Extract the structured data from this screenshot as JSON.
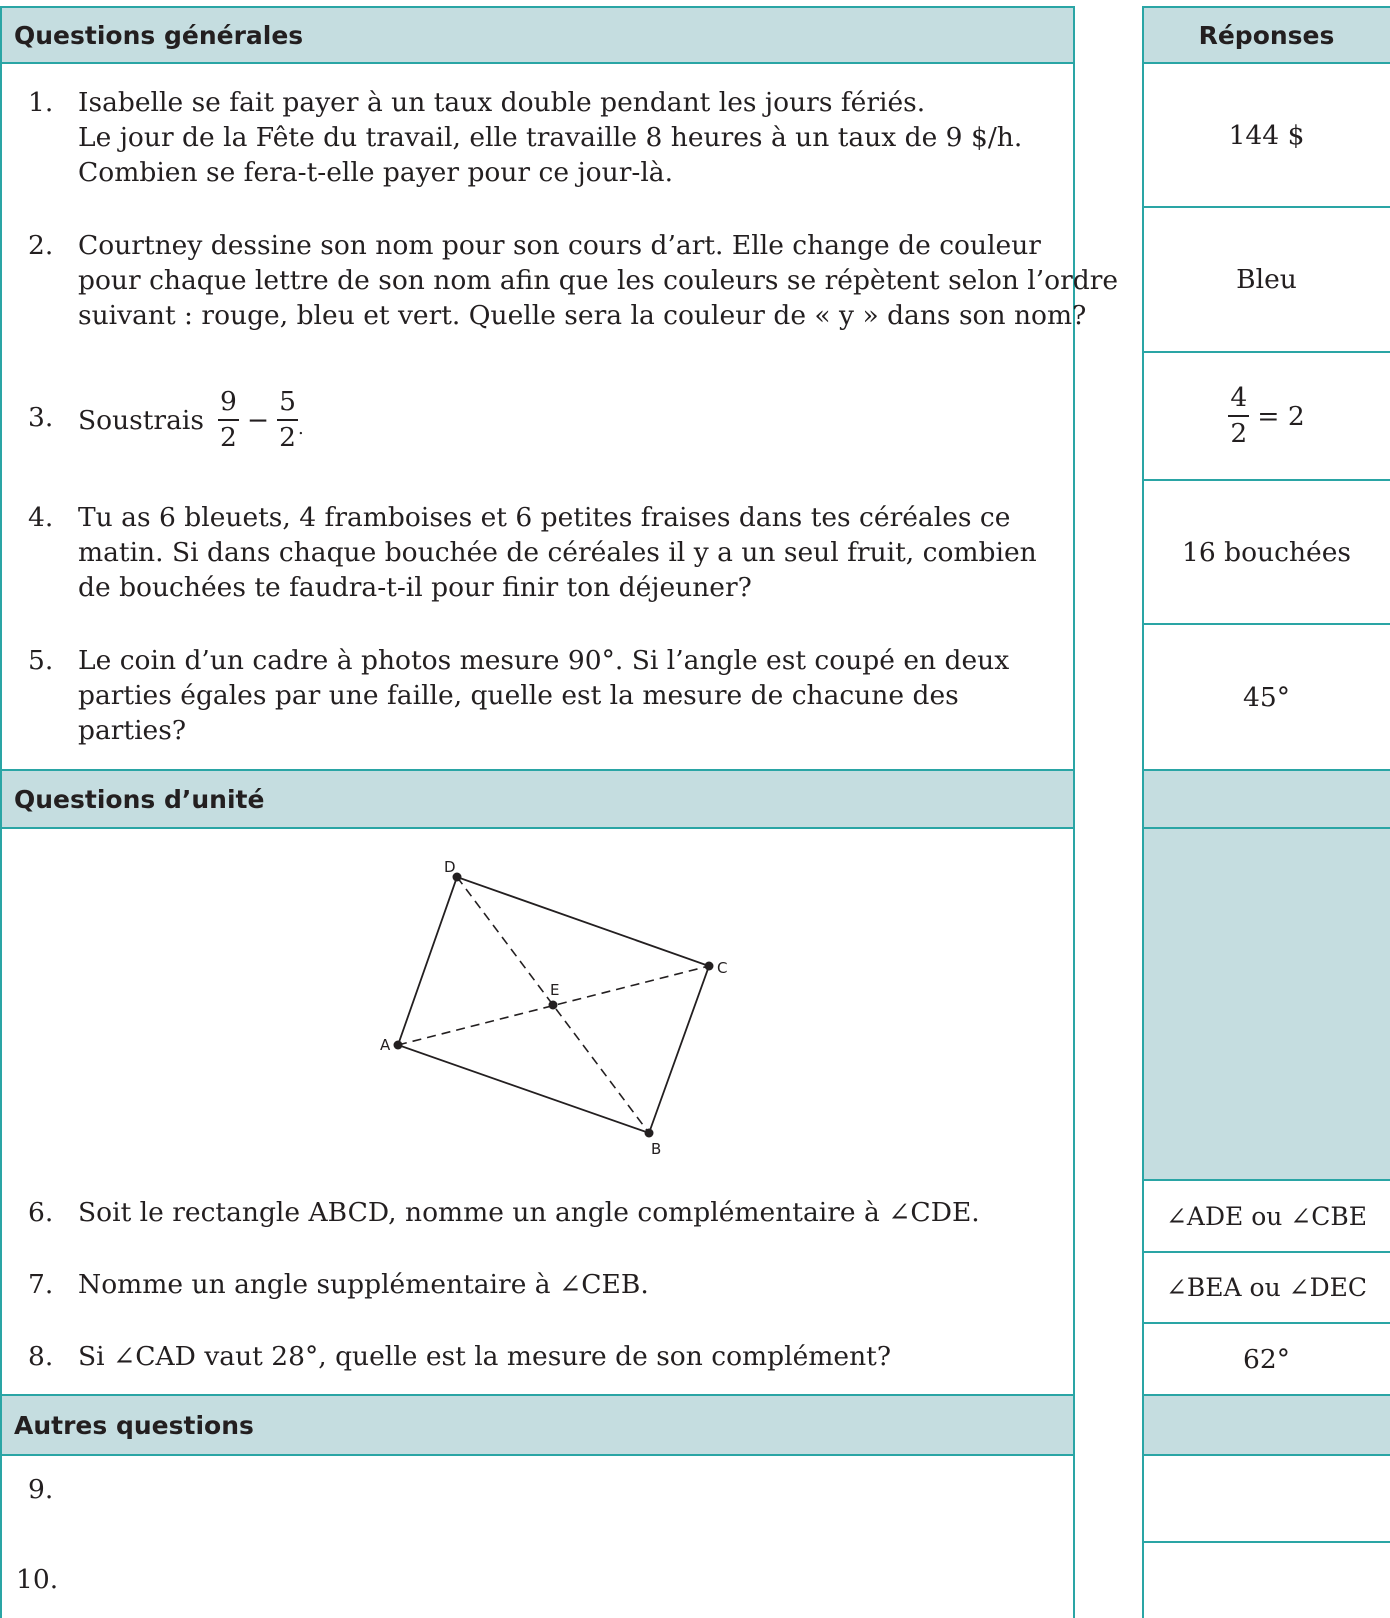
{
  "colors": {
    "header_fill": "#c5dde0",
    "rule": "#2aa5a5",
    "text": "#231f20"
  },
  "headers": {
    "general": "Questions générales",
    "answers": "Réponses",
    "unit": "Questions d’unité",
    "other": "Autres questions"
  },
  "questions": [
    {
      "num": "1.",
      "lines": [
        "Isabelle se fait payer à un taux double pendant les jours fériés.",
        "Le jour de la Fête du travail, elle travaille 8 heures à un taux de 9 $/h.",
        "Combien se fera-t-elle payer pour ce jour-là."
      ]
    },
    {
      "num": "2.",
      "lines": [
        "Courtney dessine son nom pour son cours d’art. Elle change de couleur",
        "pour chaque lettre de son nom afin que les couleurs se répètent selon l’ordre",
        "suivant : rouge, bleu et vert. Quelle sera la couleur de « y » dans son nom?"
      ]
    },
    {
      "num": "3.",
      "prefix": "Soustrais",
      "frac1": {
        "n": "9",
        "d": "2"
      },
      "minus": "−",
      "frac2": {
        "n": "5",
        "d": "2"
      },
      "suffix": "."
    },
    {
      "num": "4.",
      "lines": [
        "Tu as 6 bleuets, 4 framboises et 6 petites fraises dans tes céréales ce",
        "matin. Si dans chaque bouchée de céréales il y a un seul fruit, combien",
        "de bouchées te faudra-t-il pour finir ton déjeuner?"
      ]
    },
    {
      "num": "5.",
      "lines": [
        "Le coin d’un cadre à photos mesure 90°. Si l’angle est coupé en deux",
        "parties égales par une faille, quelle est la mesure de chacune des",
        "parties?"
      ]
    },
    {
      "num": "6.",
      "lines": [
        "Soit le rectangle ABCD, nomme un angle complémentaire à ∠CDE."
      ]
    },
    {
      "num": "7.",
      "lines": [
        "Nomme un angle supplémentaire à ∠CEB."
      ]
    },
    {
      "num": "8.",
      "lines": [
        "Si ∠CAD vaut 28°, quelle est la mesure de son complément?"
      ]
    },
    {
      "num": "9."
    },
    {
      "num": "10."
    }
  ],
  "answers": {
    "a1": "144 $",
    "a2": "Bleu",
    "a3": {
      "frac": {
        "n": "4",
        "d": "2"
      },
      "rest": "= 2"
    },
    "a4": "16 bouchées",
    "a5": "45°",
    "a6": "∠ADE ou ∠CBE",
    "a7": "∠BEA ou ∠DEC",
    "a8": "62°"
  },
  "diagram": {
    "labels": {
      "A": "A",
      "B": "B",
      "C": "C",
      "D": "D",
      "E": "E"
    }
  }
}
